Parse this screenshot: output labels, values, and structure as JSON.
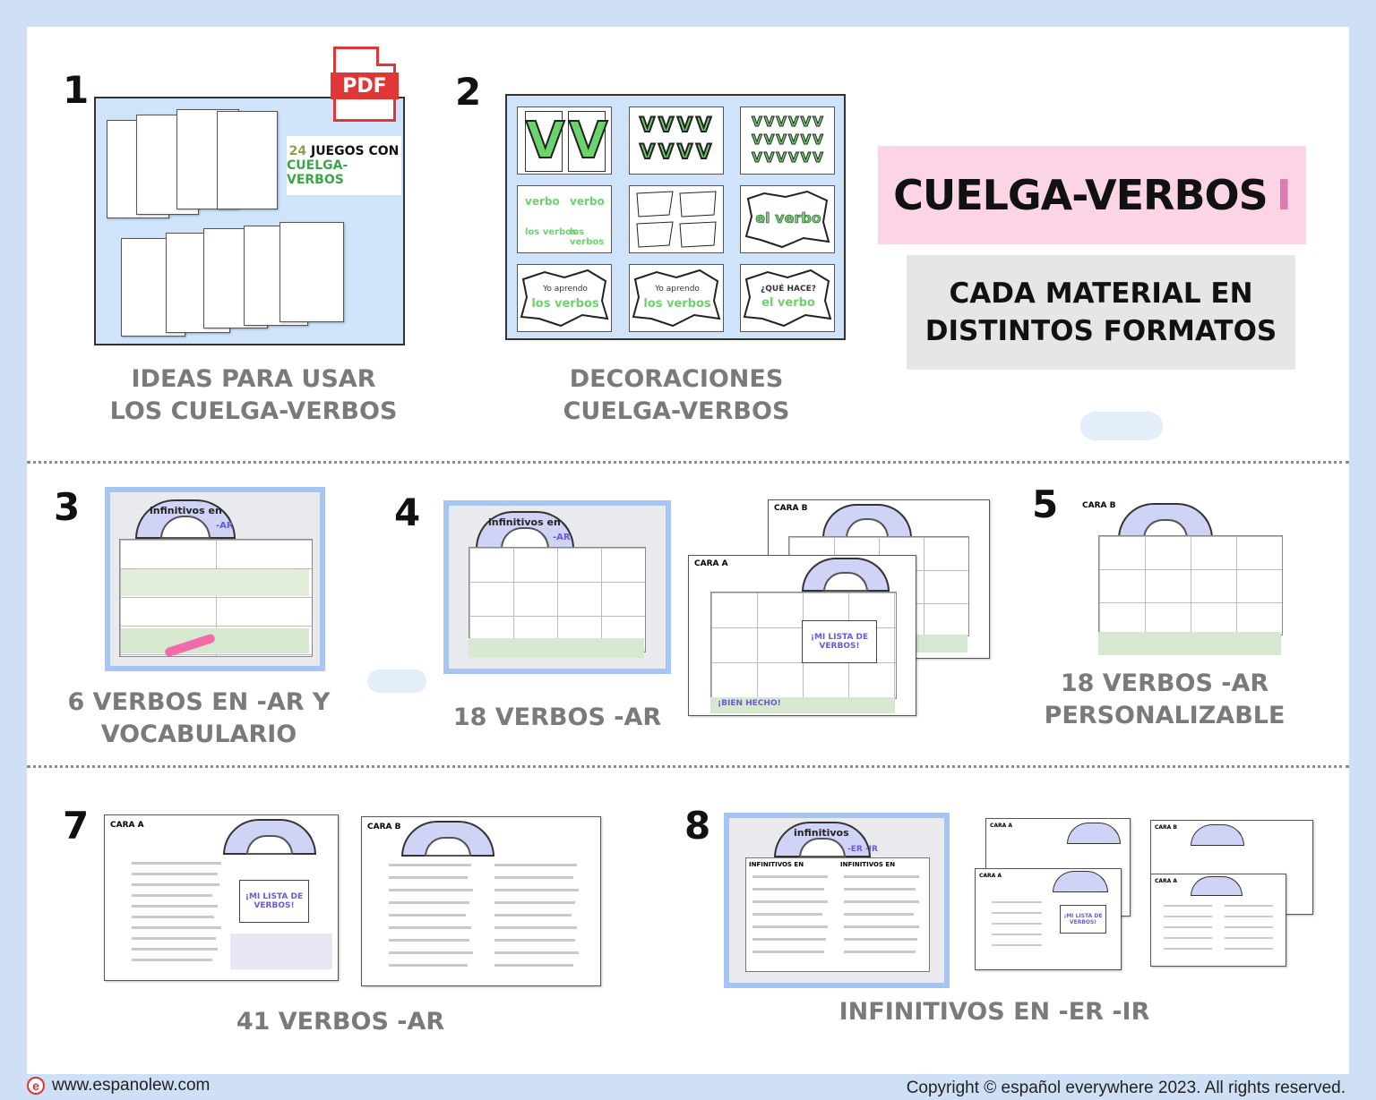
{
  "title": {
    "main": "CUELGA-VERBOS",
    "bar": "I"
  },
  "subtitle": {
    "line1": "CADA MATERIAL EN",
    "line2": "DISTINTOS FORMATOS"
  },
  "items": [
    {
      "num": "1",
      "line1": "IDEAS PARA USAR",
      "line2": "LOS CUELGA-VERBOS"
    },
    {
      "num": "2",
      "line1": "DECORACIONES",
      "line2": "CUELGA-VERBOS"
    },
    {
      "num": "3",
      "line1": "6 VERBOS EN -AR Y",
      "line2": "VOCABULARIO"
    },
    {
      "num": "4",
      "line1": "18 VERBOS -AR",
      "line2": ""
    },
    {
      "num": "5",
      "line1": "18 VERBOS -AR",
      "line2": "PERSONALIZABLE"
    },
    {
      "num": "7",
      "line1": "41 VERBOS -AR",
      "line2": ""
    },
    {
      "num": "8",
      "line1": "INFINITIVOS EN -ER -IR",
      "line2": ""
    }
  ],
  "pdf_badge": "PDF",
  "games_badge": {
    "count": "24",
    "line1": "JUEGOS CON",
    "line2": "CUELGA-VERBOS"
  },
  "decorations": {
    "v_letter": "V",
    "el_verbo": "el verbo",
    "verbo": "verbo",
    "los_verbos": "los verbos",
    "yo_aprendo": "Yo aprendo",
    "que_hace": "¿QUÉ HACE?"
  },
  "sheets": {
    "infinitivos_en": "infinitivos en",
    "ar": "-AR",
    "cara_a": "CARA A",
    "cara_b": "CARA B",
    "mi_lista": "¡MI LISTA DE VERBOS!",
    "buen_hecho": "¡BIEN HECHO!",
    "infinitivos": "infinitivos",
    "er_ir": "-ER -IR",
    "infinitivos_en_col": "INFINITIVOS EN"
  },
  "footer": {
    "website": "www.espanolew.com",
    "copyright": "Copyright © español everywhere 2023. All rights reserved."
  },
  "colors": {
    "accent_pink": "#fbd5e6",
    "accent_green": "#6bd36b",
    "frame_blue": "#a7c5f2",
    "pdf_red": "#e03636"
  }
}
